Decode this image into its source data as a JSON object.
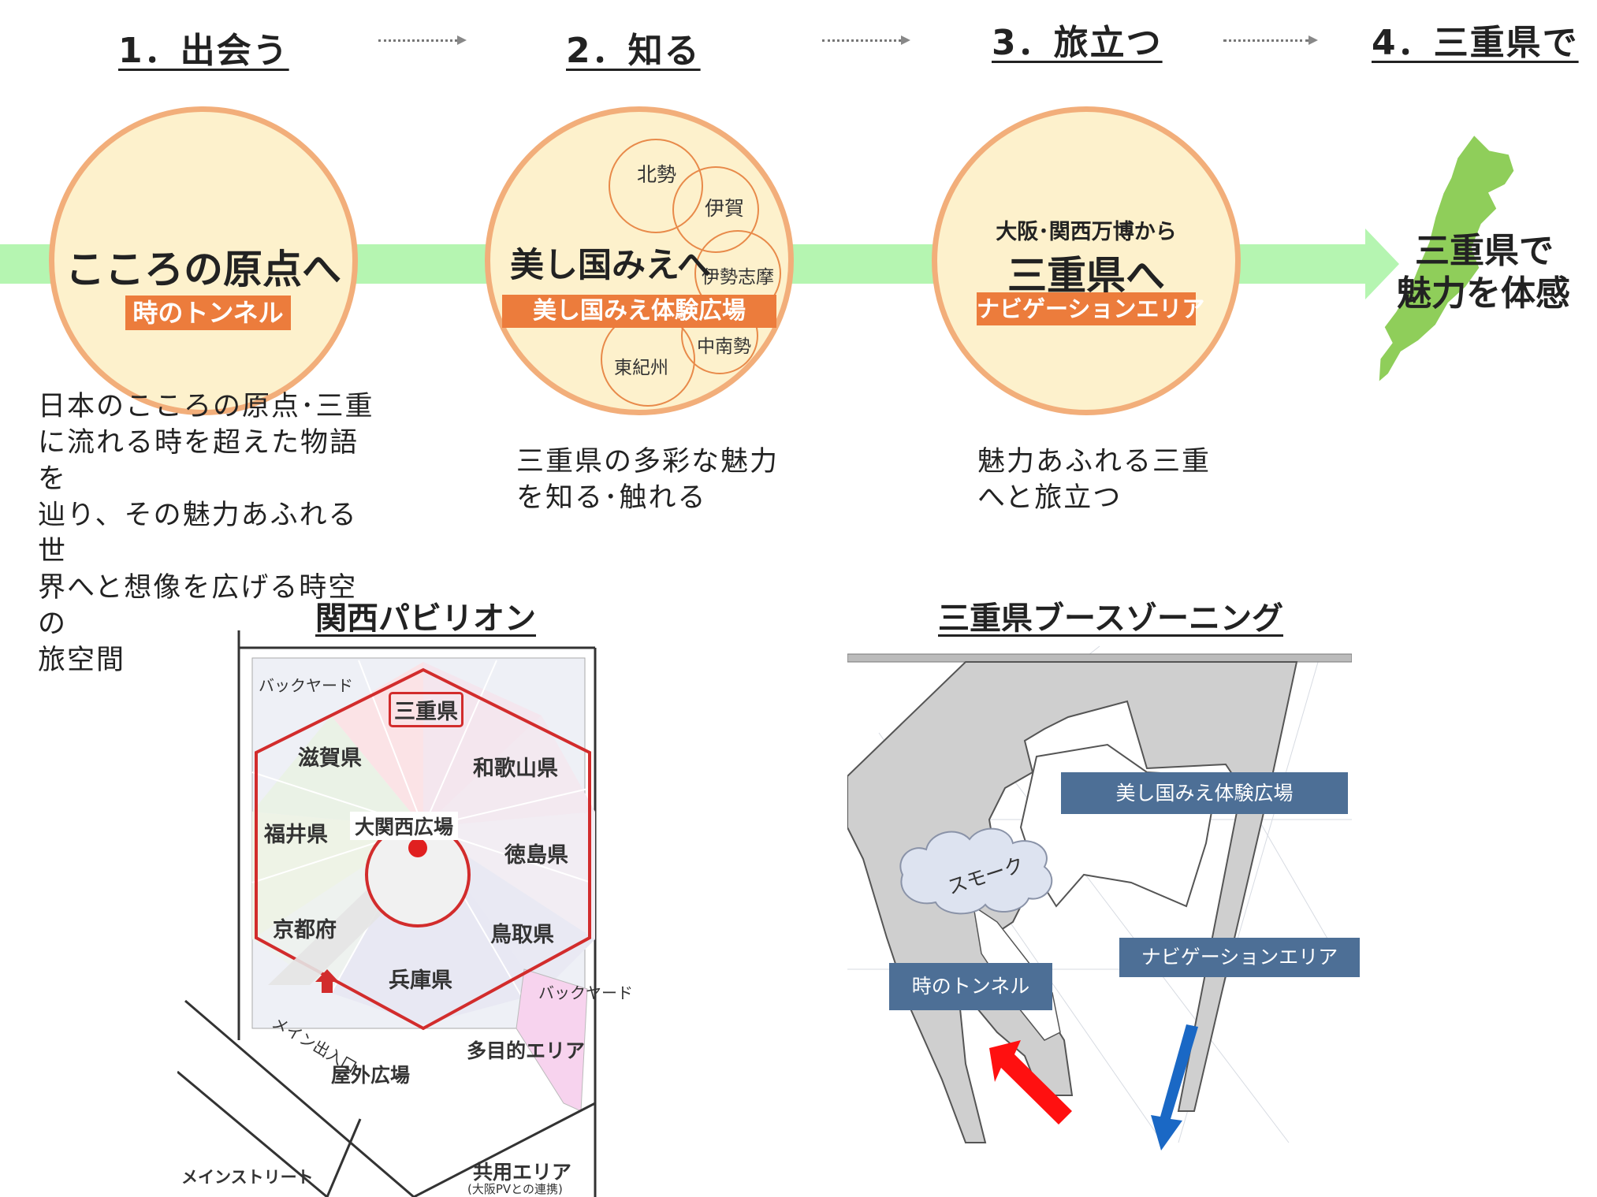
{
  "steps": [
    {
      "heading": "1．出会う"
    },
    {
      "heading": "2．知る"
    },
    {
      "heading": "3．旅立つ"
    },
    {
      "heading": "4．三重県で"
    }
  ],
  "stage1": {
    "title": "こころの原点へ",
    "tag": "時のトンネル",
    "desc": [
      "日本のこころの原点･三重",
      "に流れる時を超えた物語を",
      "辿り、その魅力あふれる世",
      "界へと想像を広げる時空の",
      "旅空間"
    ]
  },
  "stage2": {
    "title": "美し国みえへ",
    "tag": "美し国みえ体験広場",
    "regions": [
      "北勢",
      "伊賀",
      "伊勢志摩",
      "中南勢",
      "東紀州"
    ],
    "desc": [
      "三重県の多彩な魅力",
      "を知る･触れる"
    ]
  },
  "stage3": {
    "subtitle": "大阪･関西万博から",
    "title": "三重県へ",
    "tag": "ナビゲーションエリア",
    "desc": [
      "魅力あふれる三重",
      "へと旅立つ"
    ]
  },
  "stage4": {
    "title_line1": "三重県で",
    "title_line2": "魅力を体感"
  },
  "colors": {
    "accent": "#ec7c3c",
    "circle_fill": "#fdf1cc",
    "circle_border": "#f2ae7a",
    "flow_arrow": "#b5f5b1",
    "mie_map": "#8fce5a",
    "hex_border": "#d22c2c",
    "zone_box": "#4d6f96"
  },
  "kansai": {
    "title": "関西パビリオン",
    "prefectures": [
      "三重県",
      "滋賀県",
      "和歌山県",
      "福井県",
      "徳島県",
      "京都府",
      "鳥取県",
      "兵庫県"
    ],
    "center": "大関西広場",
    "backyard_top": "バックヤード",
    "backyard_right": "バックヤード",
    "multipurpose": "多目的エリア",
    "main_entrance": "メイン出入口",
    "outdoor": "屋外広場",
    "main_street": "メインストリート",
    "shared_area": "共用エリア",
    "shared_note": "(大阪PVとの連携)"
  },
  "zoning": {
    "title": "三重県ブースゾーニング",
    "zones": [
      "美し国みえ体験広場",
      "ナビゲーションエリア",
      "時のトンネル"
    ],
    "smoke": "スモーク"
  }
}
